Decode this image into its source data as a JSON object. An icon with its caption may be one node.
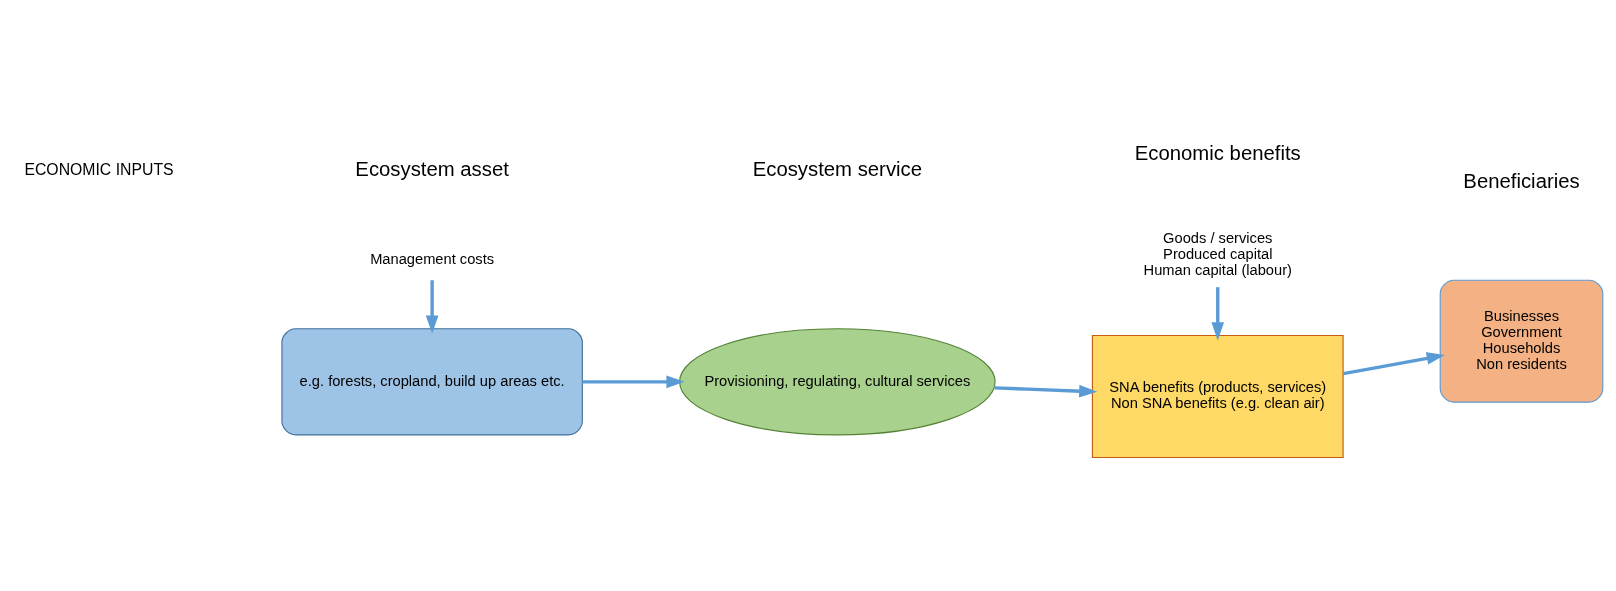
{
  "diagram": {
    "nodes": [
      {
        "text": [
          "e.g. forests, cropland, build up areas etc."
        ]
      },
      {
        "text": [
          "Provisioning, regulating, cultural services"
        ]
      },
      {
        "text": [
          "SNA benefits (products, services)",
          "Non SNA benefits (e.g. clean air)"
        ]
      },
      {
        "text": [
          "Businesses",
          "Government",
          "Households",
          "Non residents"
        ]
      },
      {
        "text": [
          "Management costs"
        ]
      },
      {
        "text": [
          "Goods / services",
          "Produced capital",
          "Human capital (labour)"
        ]
      }
    ],
    "edges": [
      {
        "from": 0,
        "to": 1,
        "arrow": "to"
      },
      {
        "from": 1,
        "to": 2,
        "arrow": "to"
      },
      {
        "from": 2,
        "to": 3,
        "arrow": "to"
      },
      {
        "from": 4,
        "to": 0,
        "arrow": "to"
      },
      {
        "from": 5,
        "to": 2,
        "arrow": "to"
      }
    ],
    "labels": [
      "Ecosystem asset",
      "Ecosystem service",
      "Economic benefits",
      "Beneficiaries",
      "ECONOMIC INPUTS"
    ]
  }
}
